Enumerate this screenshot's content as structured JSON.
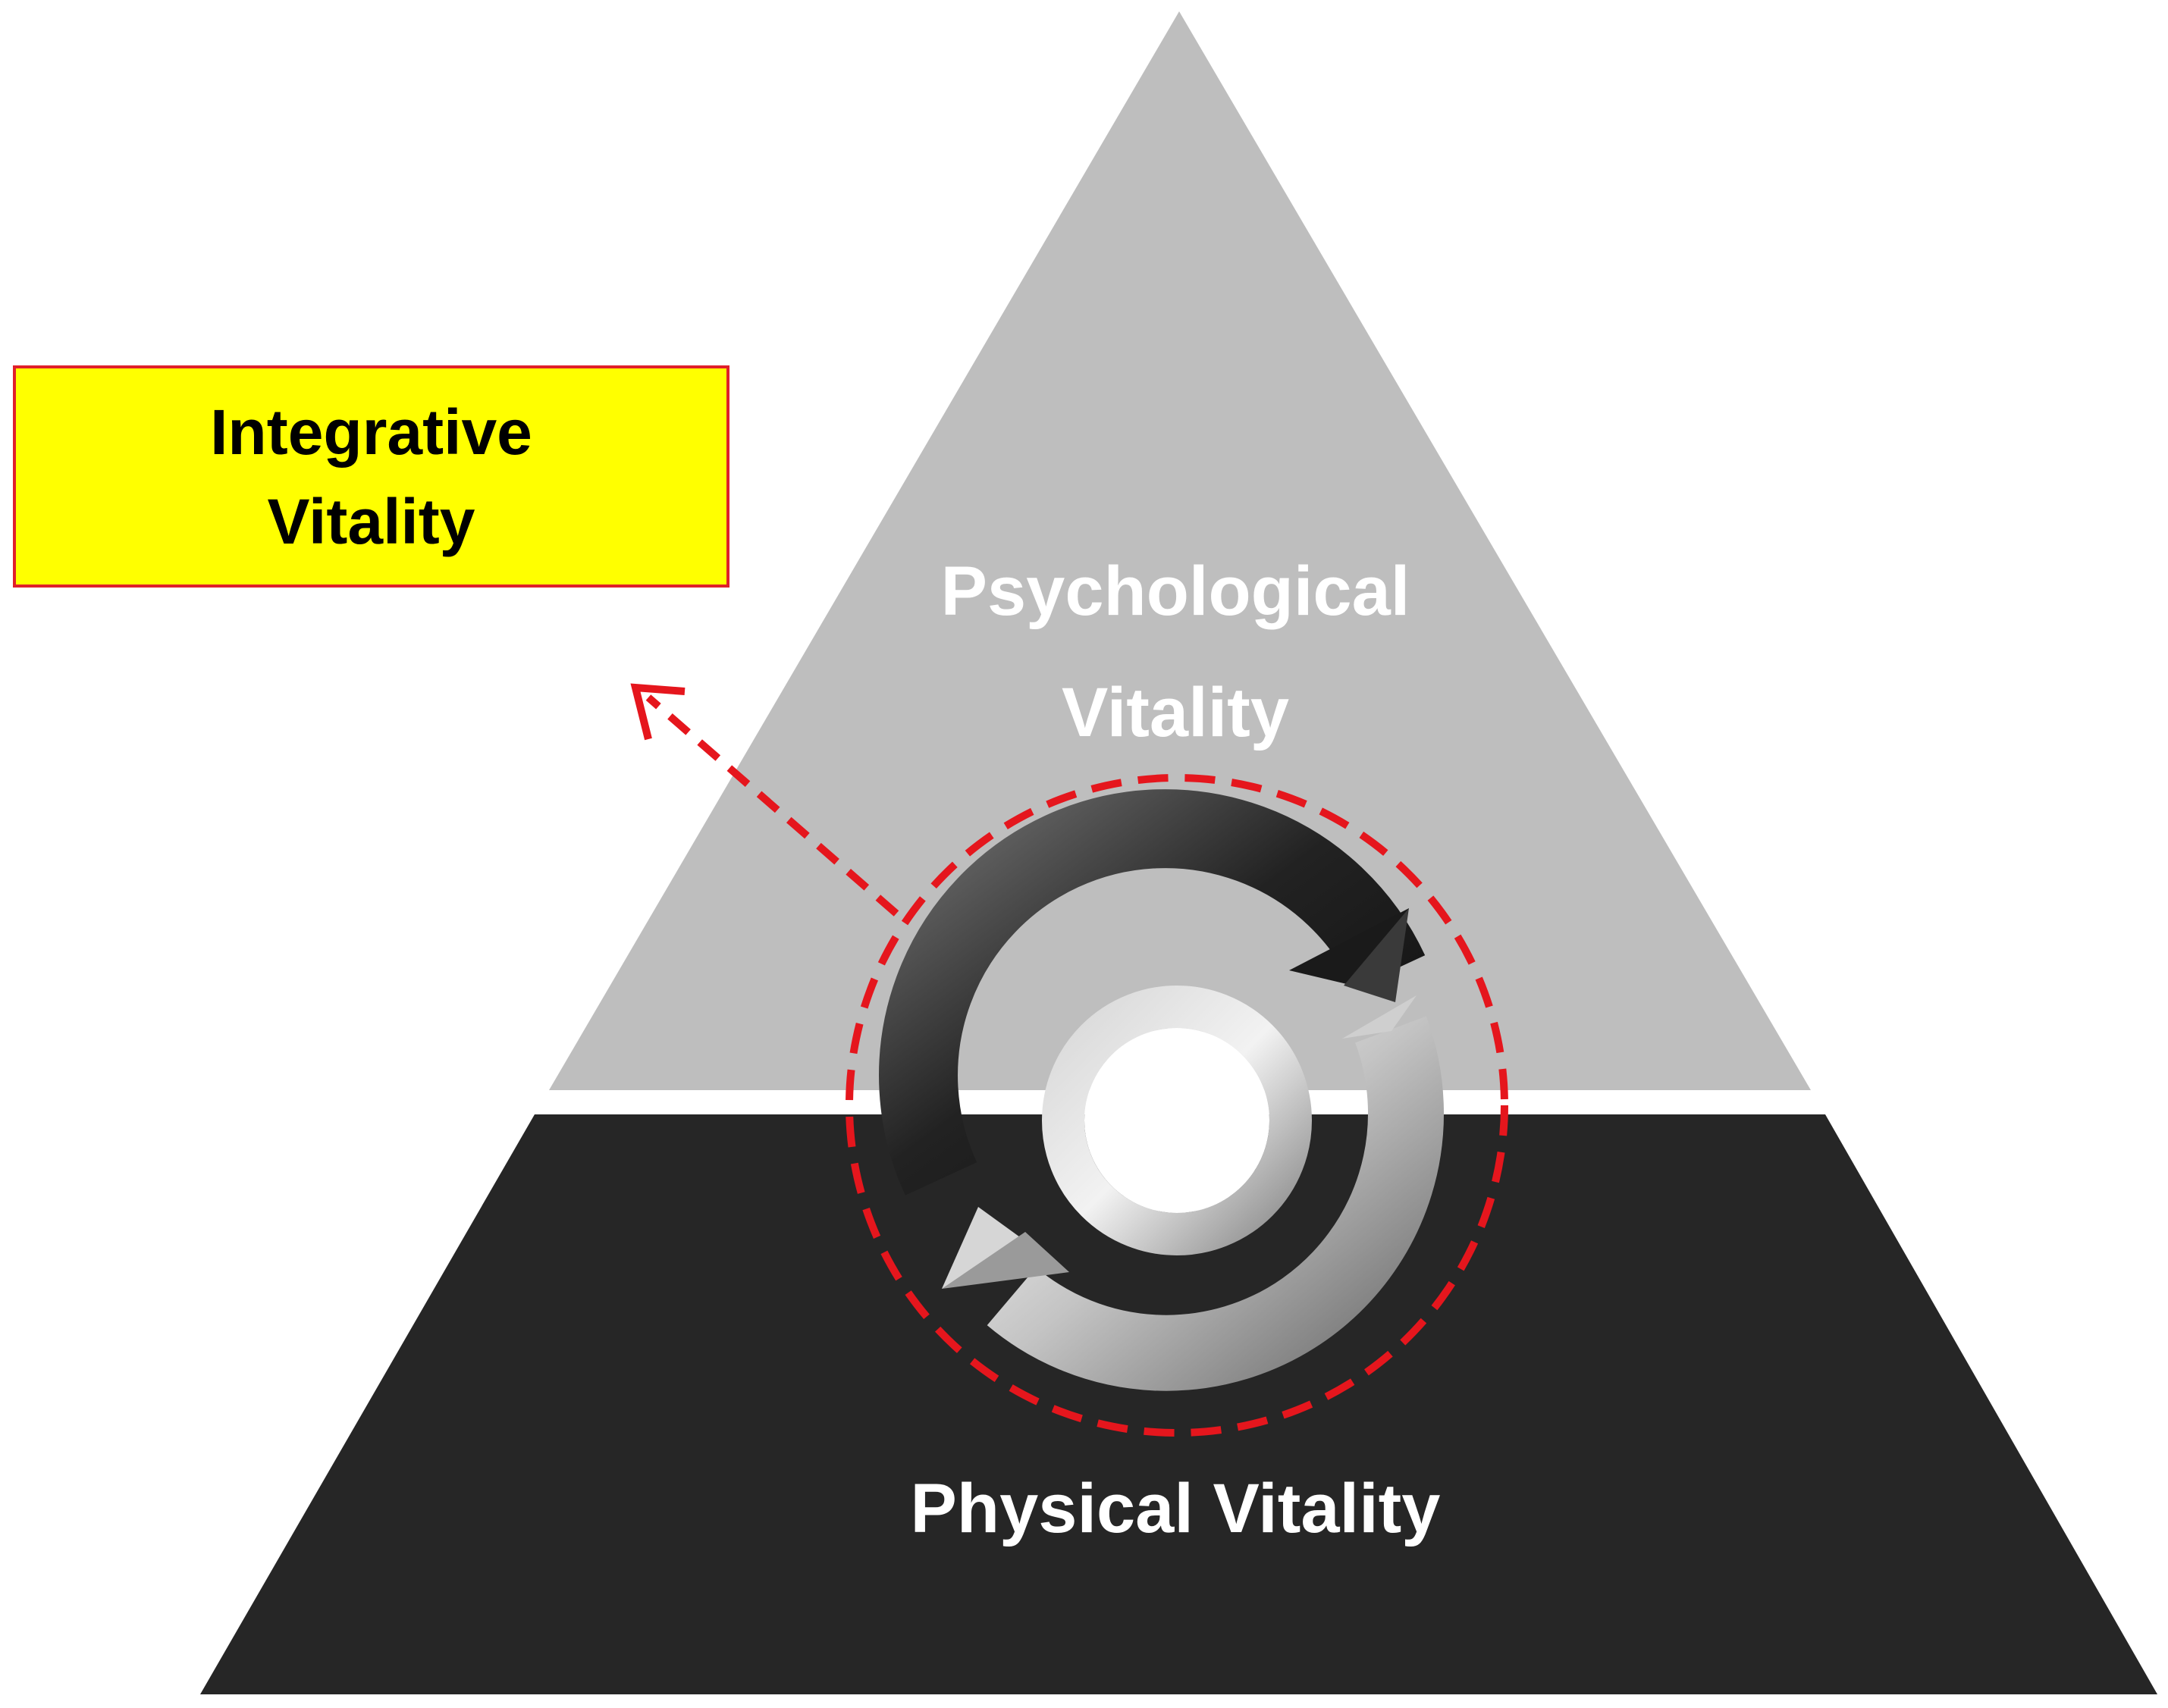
{
  "diagram": {
    "top_layer": {
      "label": "Psychological\nVitality",
      "fill": "#bebebe",
      "text_color": "#ffffff"
    },
    "bottom_layer": {
      "label": "Physical Vitality",
      "fill": "#262626",
      "text_color": "#ffffff"
    },
    "callout": {
      "label": "Integrative\nVitality",
      "fill": "#ffff00",
      "border_color": "#e0202a"
    },
    "cycle": {
      "icon": "cycle-arrows-icon",
      "dark_arrow_color": "#2a2a2a",
      "light_arrow_color": "#bdbdbd"
    },
    "highlight": {
      "icon": "dashed-circle",
      "color": "#e5161d"
    },
    "pointer": {
      "icon": "dashed-arrow-icon",
      "color": "#e5161d"
    }
  }
}
